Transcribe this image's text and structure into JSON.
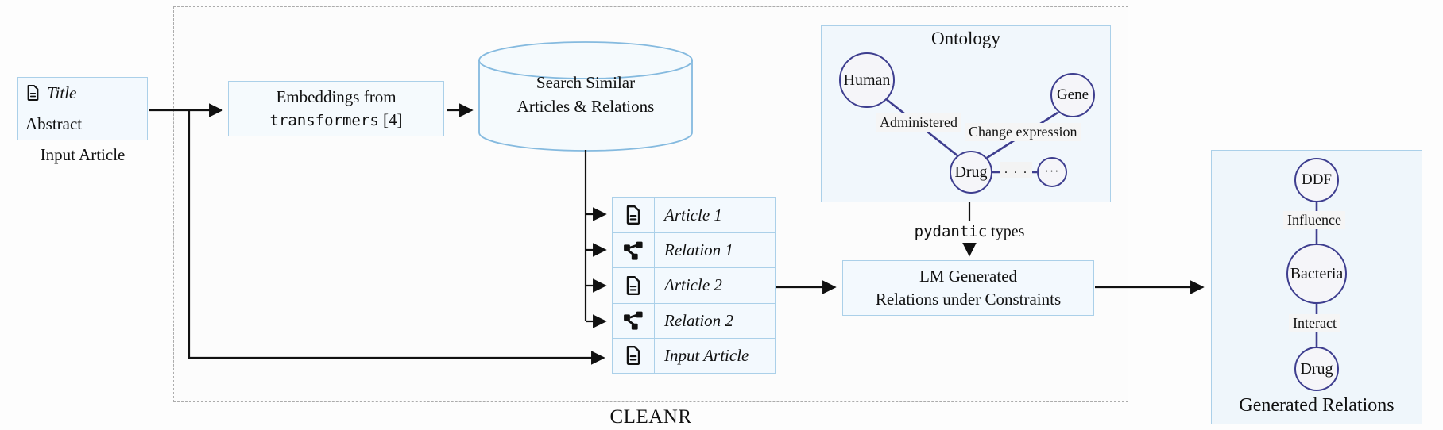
{
  "frame_label": "CLEANR",
  "colors": {
    "panel_border": "#abd0e9",
    "panel_fill": "#f3f9fe",
    "cylinder_stroke": "#85badf",
    "node_stroke": "#3e3e8f",
    "node_fill": "#f5f5f9",
    "arrow": "#111111",
    "frame_border": "#acacac"
  },
  "input_article": {
    "title": "Title",
    "abstract": "Abstract",
    "caption": "Input Article",
    "title_icon": "document-icon"
  },
  "embeddings_box": {
    "line1": "Embeddings from",
    "code": "transformers",
    "ref": "[4]"
  },
  "database": {
    "line1": "Search Similar",
    "line2": "Articles & Relations"
  },
  "retrieved_items": [
    {
      "icon": "document-icon",
      "label": "Article 1"
    },
    {
      "icon": "graph-icon",
      "label": "Relation 1"
    },
    {
      "icon": "document-icon",
      "label": "Article 2"
    },
    {
      "icon": "graph-icon",
      "label": "Relation 2"
    },
    {
      "icon": "document-icon",
      "label": "Input Article"
    }
  ],
  "ontology": {
    "title": "Ontology",
    "nodes": {
      "human": "Human",
      "gene": "Gene",
      "drug": "Drug",
      "more": "···"
    },
    "edge_labels": {
      "administered": "Administered",
      "change_expression": "Change expression",
      "ellipsis": ". . ."
    }
  },
  "pydantic": {
    "code": "pydantic",
    "text": " types"
  },
  "lm_box": {
    "line1": "LM Generated",
    "line2": "Relations under Constraints"
  },
  "generated_relations": {
    "title": "Generated Relations",
    "nodes": {
      "ddf": "DDF",
      "bacteria": "Bacteria",
      "drug": "Drug"
    },
    "edge_labels": {
      "influence": "Influence",
      "interact": "Interact"
    }
  }
}
